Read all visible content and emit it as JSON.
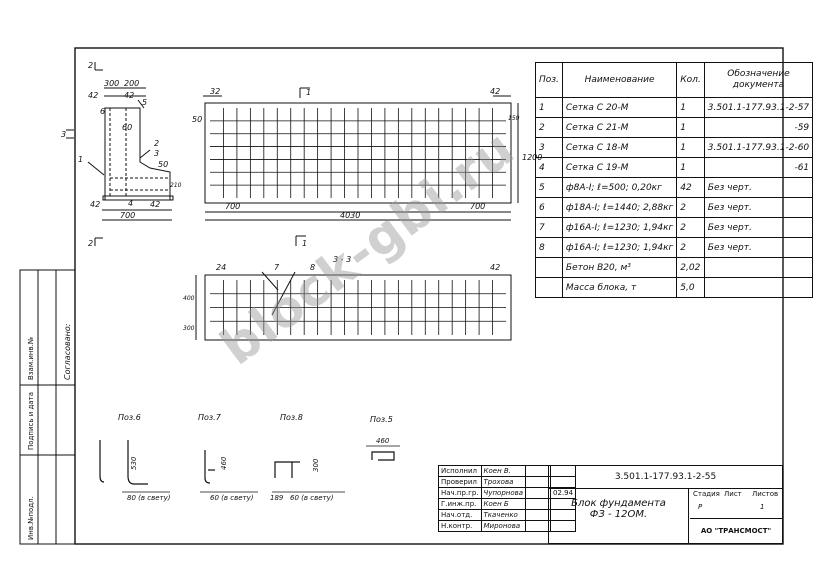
{
  "watermark": "block-gbi.ru",
  "spec_table": {
    "headers": {
      "pos": "Поз.",
      "name": "Наименование",
      "qty": "Кол.",
      "doc": "Обозначение документа"
    },
    "rows": [
      {
        "pos": "1",
        "name": "Сетка С 20-М",
        "qty": "1",
        "doc": "3.501.1-177.93.1-2-57"
      },
      {
        "pos": "2",
        "name": "Сетка С 21-М",
        "qty": "1",
        "doc": "-59"
      },
      {
        "pos": "3",
        "name": "Сетка С 18-М",
        "qty": "1",
        "doc": "3.501.1-177.93.1-2-60"
      },
      {
        "pos": "4",
        "name": "Сетка С 19-М",
        "qty": "1",
        "doc": "-61"
      },
      {
        "pos": "5",
        "name": "ф8А-I; ℓ=500; 0,20кг",
        "qty": "42",
        "doc": "Без черт."
      },
      {
        "pos": "6",
        "name": "ф18А-I; ℓ=1440; 2,88кг",
        "qty": "2",
        "doc": "Без черт."
      },
      {
        "pos": "7",
        "name": "ф16А-I; ℓ=1230; 1,94кг",
        "qty": "2",
        "doc": "Без черт."
      },
      {
        "pos": "8",
        "name": "ф16А-I; ℓ=1230; 1,94кг",
        "qty": "2",
        "doc": "Без черт."
      },
      {
        "pos": "",
        "name": "Бетон В20, м³",
        "qty": "2,02",
        "doc": ""
      },
      {
        "pos": "",
        "name": "Масса блока, т",
        "qty": "5,0",
        "doc": ""
      }
    ]
  },
  "drawing": {
    "section_2_2": {
      "cut": "2",
      "dims": [
        "300",
        "200",
        "42",
        "42",
        "42",
        "42",
        "60",
        "50",
        "210",
        "42",
        "42",
        "700"
      ],
      "refs": [
        "6",
        "5",
        "2",
        "3",
        "1",
        "4"
      ],
      "side_cut": "3"
    },
    "plan": {
      "cut": "1",
      "dims": [
        "32",
        "42",
        "50",
        "150",
        "1200",
        "700",
        "700",
        "4030"
      ]
    },
    "section_3_3": {
      "title": "3 - 3",
      "refs": [
        "7",
        "8"
      ],
      "dims": [
        "24",
        "42",
        "400",
        "300"
      ]
    },
    "details": [
      {
        "title": "Поз.6",
        "dim_v": "530",
        "dim_h": "80 (в свету)"
      },
      {
        "title": "Поз.7",
        "dim_v": "460",
        "dim_h": "60 (в свету)"
      },
      {
        "title": "Поз.8",
        "dim_v": "300",
        "dim_h": "60 (в свету)",
        "dim_h2": "189"
      },
      {
        "title": "Поз.5",
        "dim_h": "460"
      }
    ]
  },
  "left_stamp": {
    "agreed": "Согласовано:",
    "col1": "Инв.№подл.",
    "col2": "Подпись и дата",
    "col3": "Взам.инв.№"
  },
  "title_block": {
    "doc_code": "3.501.1-177.93.1-2-55",
    "title_line1": "Блок фундамента",
    "title_line2": "ФЗ - 12ОМ.",
    "org": "АО \"ТРАНСМОСТ\"",
    "stage_label": "Стадия",
    "sheet_label": "Лист",
    "sheets_label": "Листов",
    "stage": "Р",
    "sheets": "1",
    "date": "02.94",
    "people": [
      {
        "role": "Исполнил",
        "name": "Коен В."
      },
      {
        "role": "Проверил",
        "name": "Трохова"
      },
      {
        "role": "Нач.пр.гр.",
        "name": "Чупорнова"
      },
      {
        "role": "Г.инж.пр.",
        "name": "Коен Б"
      },
      {
        "role": "Нач.отд.",
        "name": "Ткаченко"
      },
      {
        "role": "Н.контр.",
        "name": "Миронова"
      }
    ]
  }
}
